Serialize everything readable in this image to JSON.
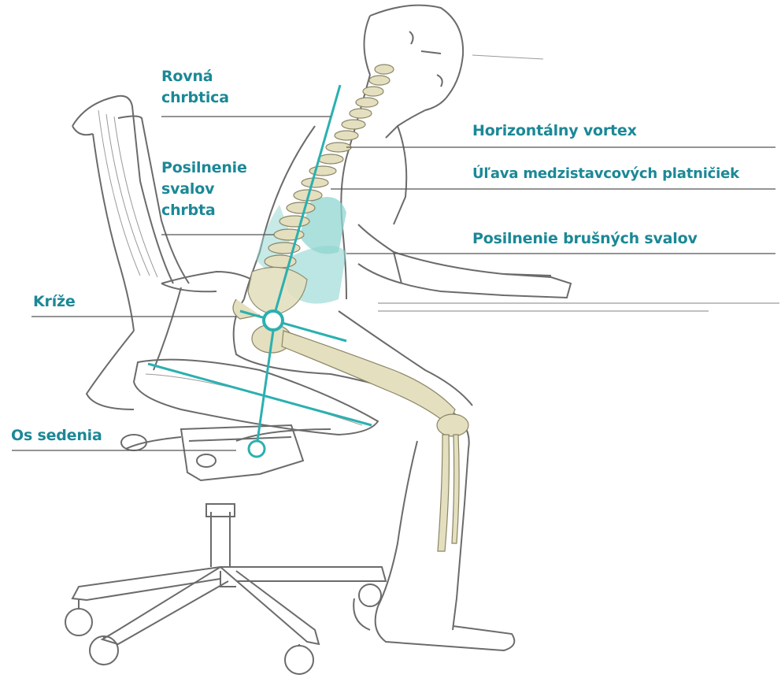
{
  "labels": {
    "rovna": [
      "Rovná",
      "chrbtica"
    ],
    "posilnenie_chrbta": [
      "Posilnenie",
      "svalov",
      "chrbta"
    ],
    "krize": "Kríže",
    "os_sedenia": "Os sedenia",
    "horizontalny_vortex": "Horizontálny vortex",
    "uľava": "Úľava medzistavcových platničiek",
    "posilnenie_brusnych": "Posilnenie brušných svalov"
  },
  "colors": {
    "label_teal": "#1b8896",
    "axis_teal": "#2bb0b0",
    "highlight_teal": "#8fd6d0",
    "bone": "#d9d6b8",
    "sketch": "#6b6b6b",
    "leader_line": "#555555"
  }
}
